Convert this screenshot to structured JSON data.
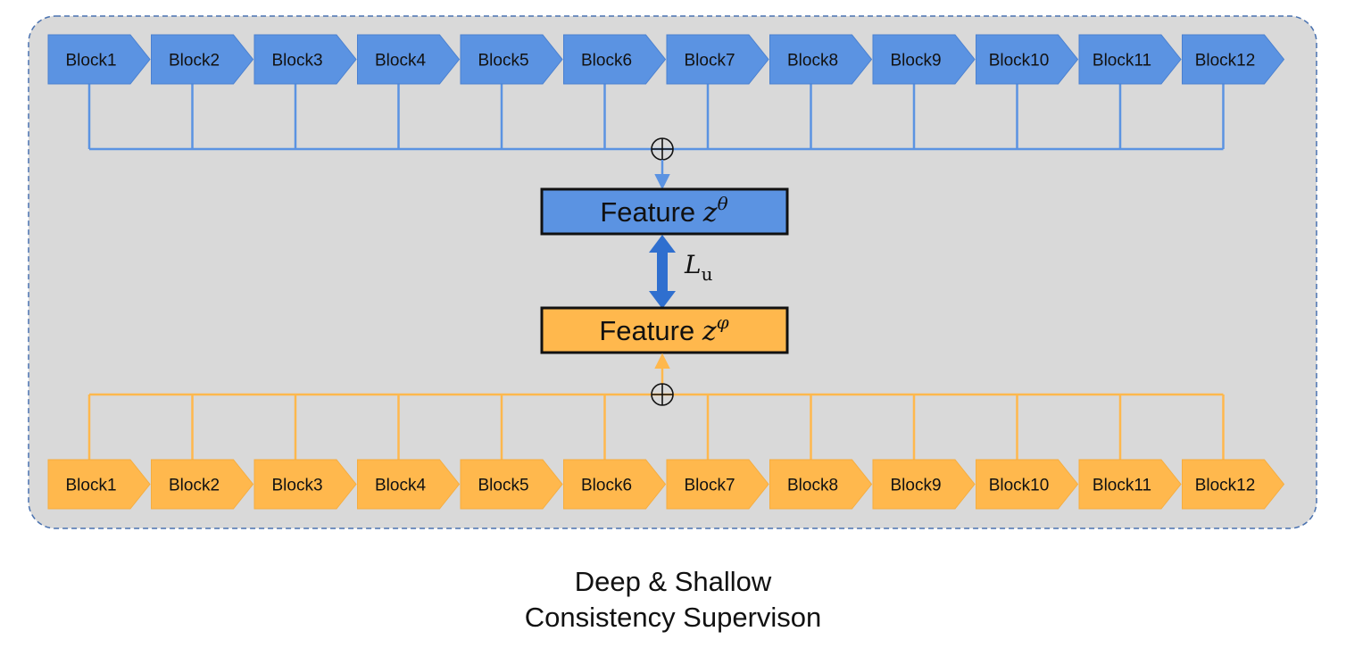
{
  "colors": {
    "panel_fill": "#d9d9d9",
    "panel_border": "#4a72b0",
    "deep": "#5b93e2",
    "deep_line": "#5b93e2",
    "deep_arrow": "#2f6fcf",
    "shallow": "#ffb84d",
    "shallow_line": "#ffb84d",
    "outline": "#111111"
  },
  "deep_blocks": [
    "Block1",
    "Block2",
    "Block3",
    "Block4",
    "Block5",
    "Block6",
    "Block7",
    "Block8",
    "Block9",
    "Block10",
    "Block11",
    "Block12"
  ],
  "shallow_blocks": [
    "Block1",
    "Block2",
    "Block3",
    "Block4",
    "Block5",
    "Block6",
    "Block7",
    "Block8",
    "Block9",
    "Block10",
    "Block11",
    "Block12"
  ],
  "deep_feature": {
    "word": "Feature",
    "var": "z",
    "sup": "θ"
  },
  "shallow_feature": {
    "word": "Feature",
    "var": "z",
    "sup": "φ"
  },
  "loss": {
    "var": "L",
    "sub": "u"
  },
  "sum_symbol": "⊕",
  "caption": {
    "line1": "Deep & Shallow",
    "line2": "Consistency Supervison"
  }
}
